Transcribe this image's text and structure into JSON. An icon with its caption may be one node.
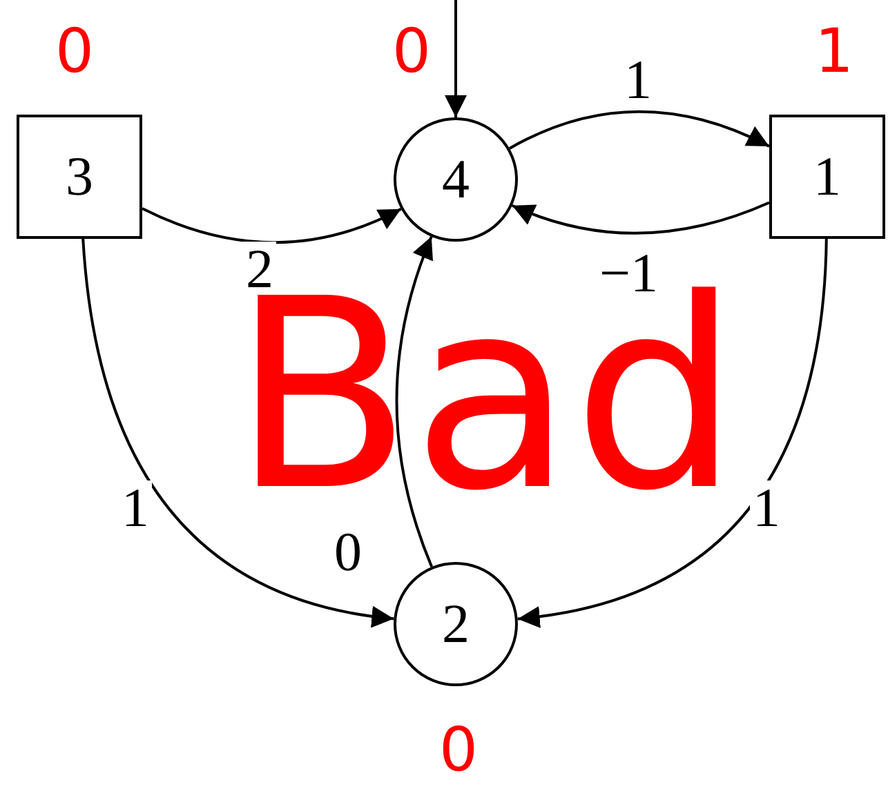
{
  "diagram": {
    "nodes": [
      {
        "text": [
          "3"
        ],
        "beside": [
          "0"
        ]
      },
      {
        "text": [
          "4"
        ],
        "beside": [
          "0"
        ]
      },
      {
        "text": [
          "1"
        ],
        "beside": [
          "1"
        ]
      },
      {
        "text": [
          "2"
        ],
        "beside": [
          "0"
        ]
      }
    ],
    "edges": [
      {
        "from": null,
        "to": 1,
        "arrow": "to"
      },
      {
        "from": 1,
        "to": 2,
        "arrow": "to",
        "label": "1"
      },
      {
        "from": 2,
        "to": 1,
        "arrow": "to",
        "label": "−1"
      },
      {
        "from": 0,
        "to": 1,
        "arrow": "to",
        "label": "2"
      },
      {
        "from": 3,
        "to": 1,
        "arrow": "to",
        "label": "0"
      },
      {
        "from": 0,
        "to": 3,
        "arrow": "to",
        "label": "1"
      },
      {
        "from": 2,
        "to": 3,
        "arrow": "to",
        "label": "1"
      }
    ],
    "labels": [
      "Bad"
    ]
  }
}
